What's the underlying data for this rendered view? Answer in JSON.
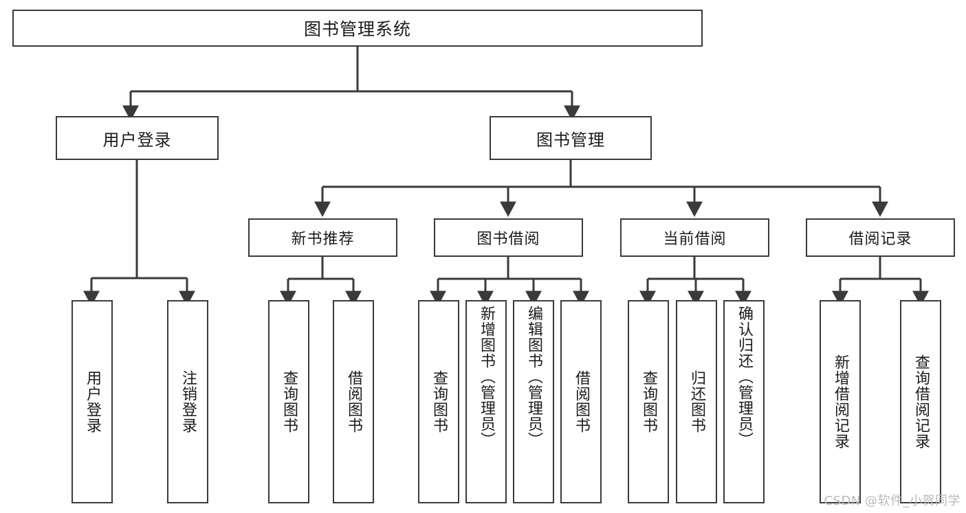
{
  "diagram": {
    "title": "图书管理系统",
    "type": "tree-hierarchy-diagram",
    "watermark": "CSDN @软件_小贺同学",
    "colors": {
      "stroke": "#3a3a3a",
      "fill": "#ffffff",
      "text": "#1b1b1b",
      "watermark": "#b9b9b9"
    },
    "root": {
      "label": "图书管理系统"
    },
    "level2": [
      {
        "label": "用户登录"
      },
      {
        "label": "图书管理"
      }
    ],
    "level3": [
      {
        "label": "新书推荐"
      },
      {
        "label": "图书借阅"
      },
      {
        "label": "当前借阅"
      },
      {
        "label": "借阅记录"
      }
    ],
    "leaves_user_login": [
      {
        "label": "用户登录"
      },
      {
        "label": "注销登录"
      }
    ],
    "leaves_new_book": [
      {
        "label": "查询图书"
      },
      {
        "label": "借阅图书"
      }
    ],
    "leaves_borrow_book": [
      {
        "label": "查询图书"
      },
      {
        "label": "新增图书（管理员）"
      },
      {
        "label": "编辑图书（管理员）"
      },
      {
        "label": "借阅图书"
      }
    ],
    "leaves_current_borrow": [
      {
        "label": "查询图书"
      },
      {
        "label": "归还图书"
      },
      {
        "label": "确认归还（管理员）"
      }
    ],
    "leaves_borrow_record": [
      {
        "label": "新增借阅记录"
      },
      {
        "label": "查询借阅记录"
      }
    ]
  }
}
